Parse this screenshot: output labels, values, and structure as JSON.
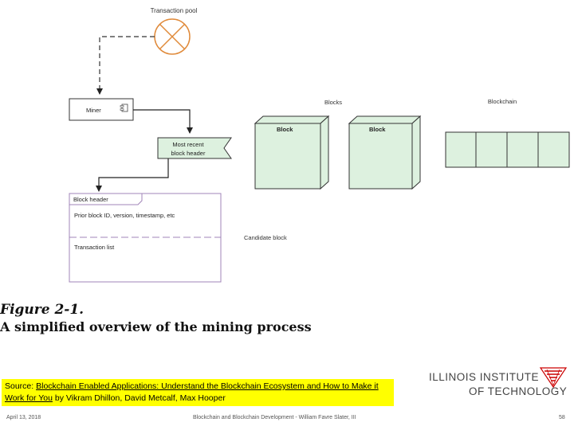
{
  "diagram": {
    "transaction_pool": "Transaction pool",
    "miner": "Miner",
    "most_recent_line1": "Most recent",
    "most_recent_line2": "block header",
    "blocks_label": "Blocks",
    "block_labels": [
      "Block",
      "Block"
    ],
    "blockchain_label": "Blockchain",
    "block_header": "Block header",
    "block_header_fields": "Prior block ID, version, timestamp, etc",
    "candidate_block": "Candidate block",
    "transaction_list": "Transaction list"
  },
  "caption": {
    "figure_number": "Figure 2-1.",
    "description": "A simplified overview of the mining process"
  },
  "source": {
    "prefix": "Source: ",
    "title": "Blockchain Enabled Applications: Understand the Blockchain Ecosystem and How to Make it Work for You",
    "authors": " by Vikram Dhillon, David Metcalf, Max Hooper"
  },
  "logo": {
    "line1": "ILLINOIS INSTITUTE",
    "line2": "OF TECHNOLOGY",
    "accent_color": "#cc0000"
  },
  "footer": {
    "date": "April 13, 2018",
    "course": "Blockchain and Blockchain Development - William Favre Slater, III",
    "page": "58"
  },
  "colors": {
    "block_fill": "#ddf1df",
    "candidate_border": "#a184b8",
    "source_bg": "#ffff00"
  }
}
